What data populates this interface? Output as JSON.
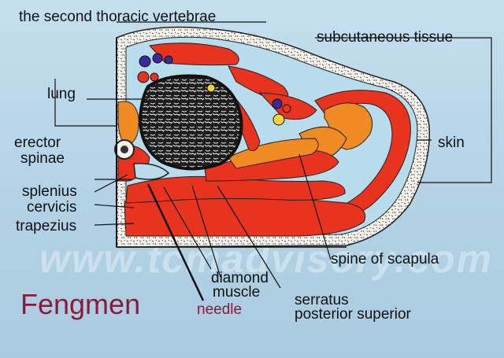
{
  "labels": {
    "vertebrae": "the second thoracic vertebrae",
    "subcutaneous": "subcutaneous tissue",
    "lung": "lung",
    "erector1": "erector",
    "erector2": "spinae",
    "skin": "skin",
    "splenius1": "splenius",
    "splenius2": "cervicis",
    "trapezius": "trapezius",
    "spine_scapula": "spine of scapula",
    "diamond1": "diamond",
    "diamond2": "muscle",
    "serratus1": "serratus",
    "serratus2": "posterior superior",
    "needle": "needle"
  },
  "title": "Fengmen",
  "watermark": "www.tcmadvisory.com",
  "colors": {
    "muscle_red": "#e8331e",
    "muscle_orange": "#f08a22",
    "tissue_white": "#f4f2ea",
    "fascia_blue": "#b9dcec",
    "bone_dark": "#1e1e1e",
    "title_maroon": "#8e1a3a"
  }
}
